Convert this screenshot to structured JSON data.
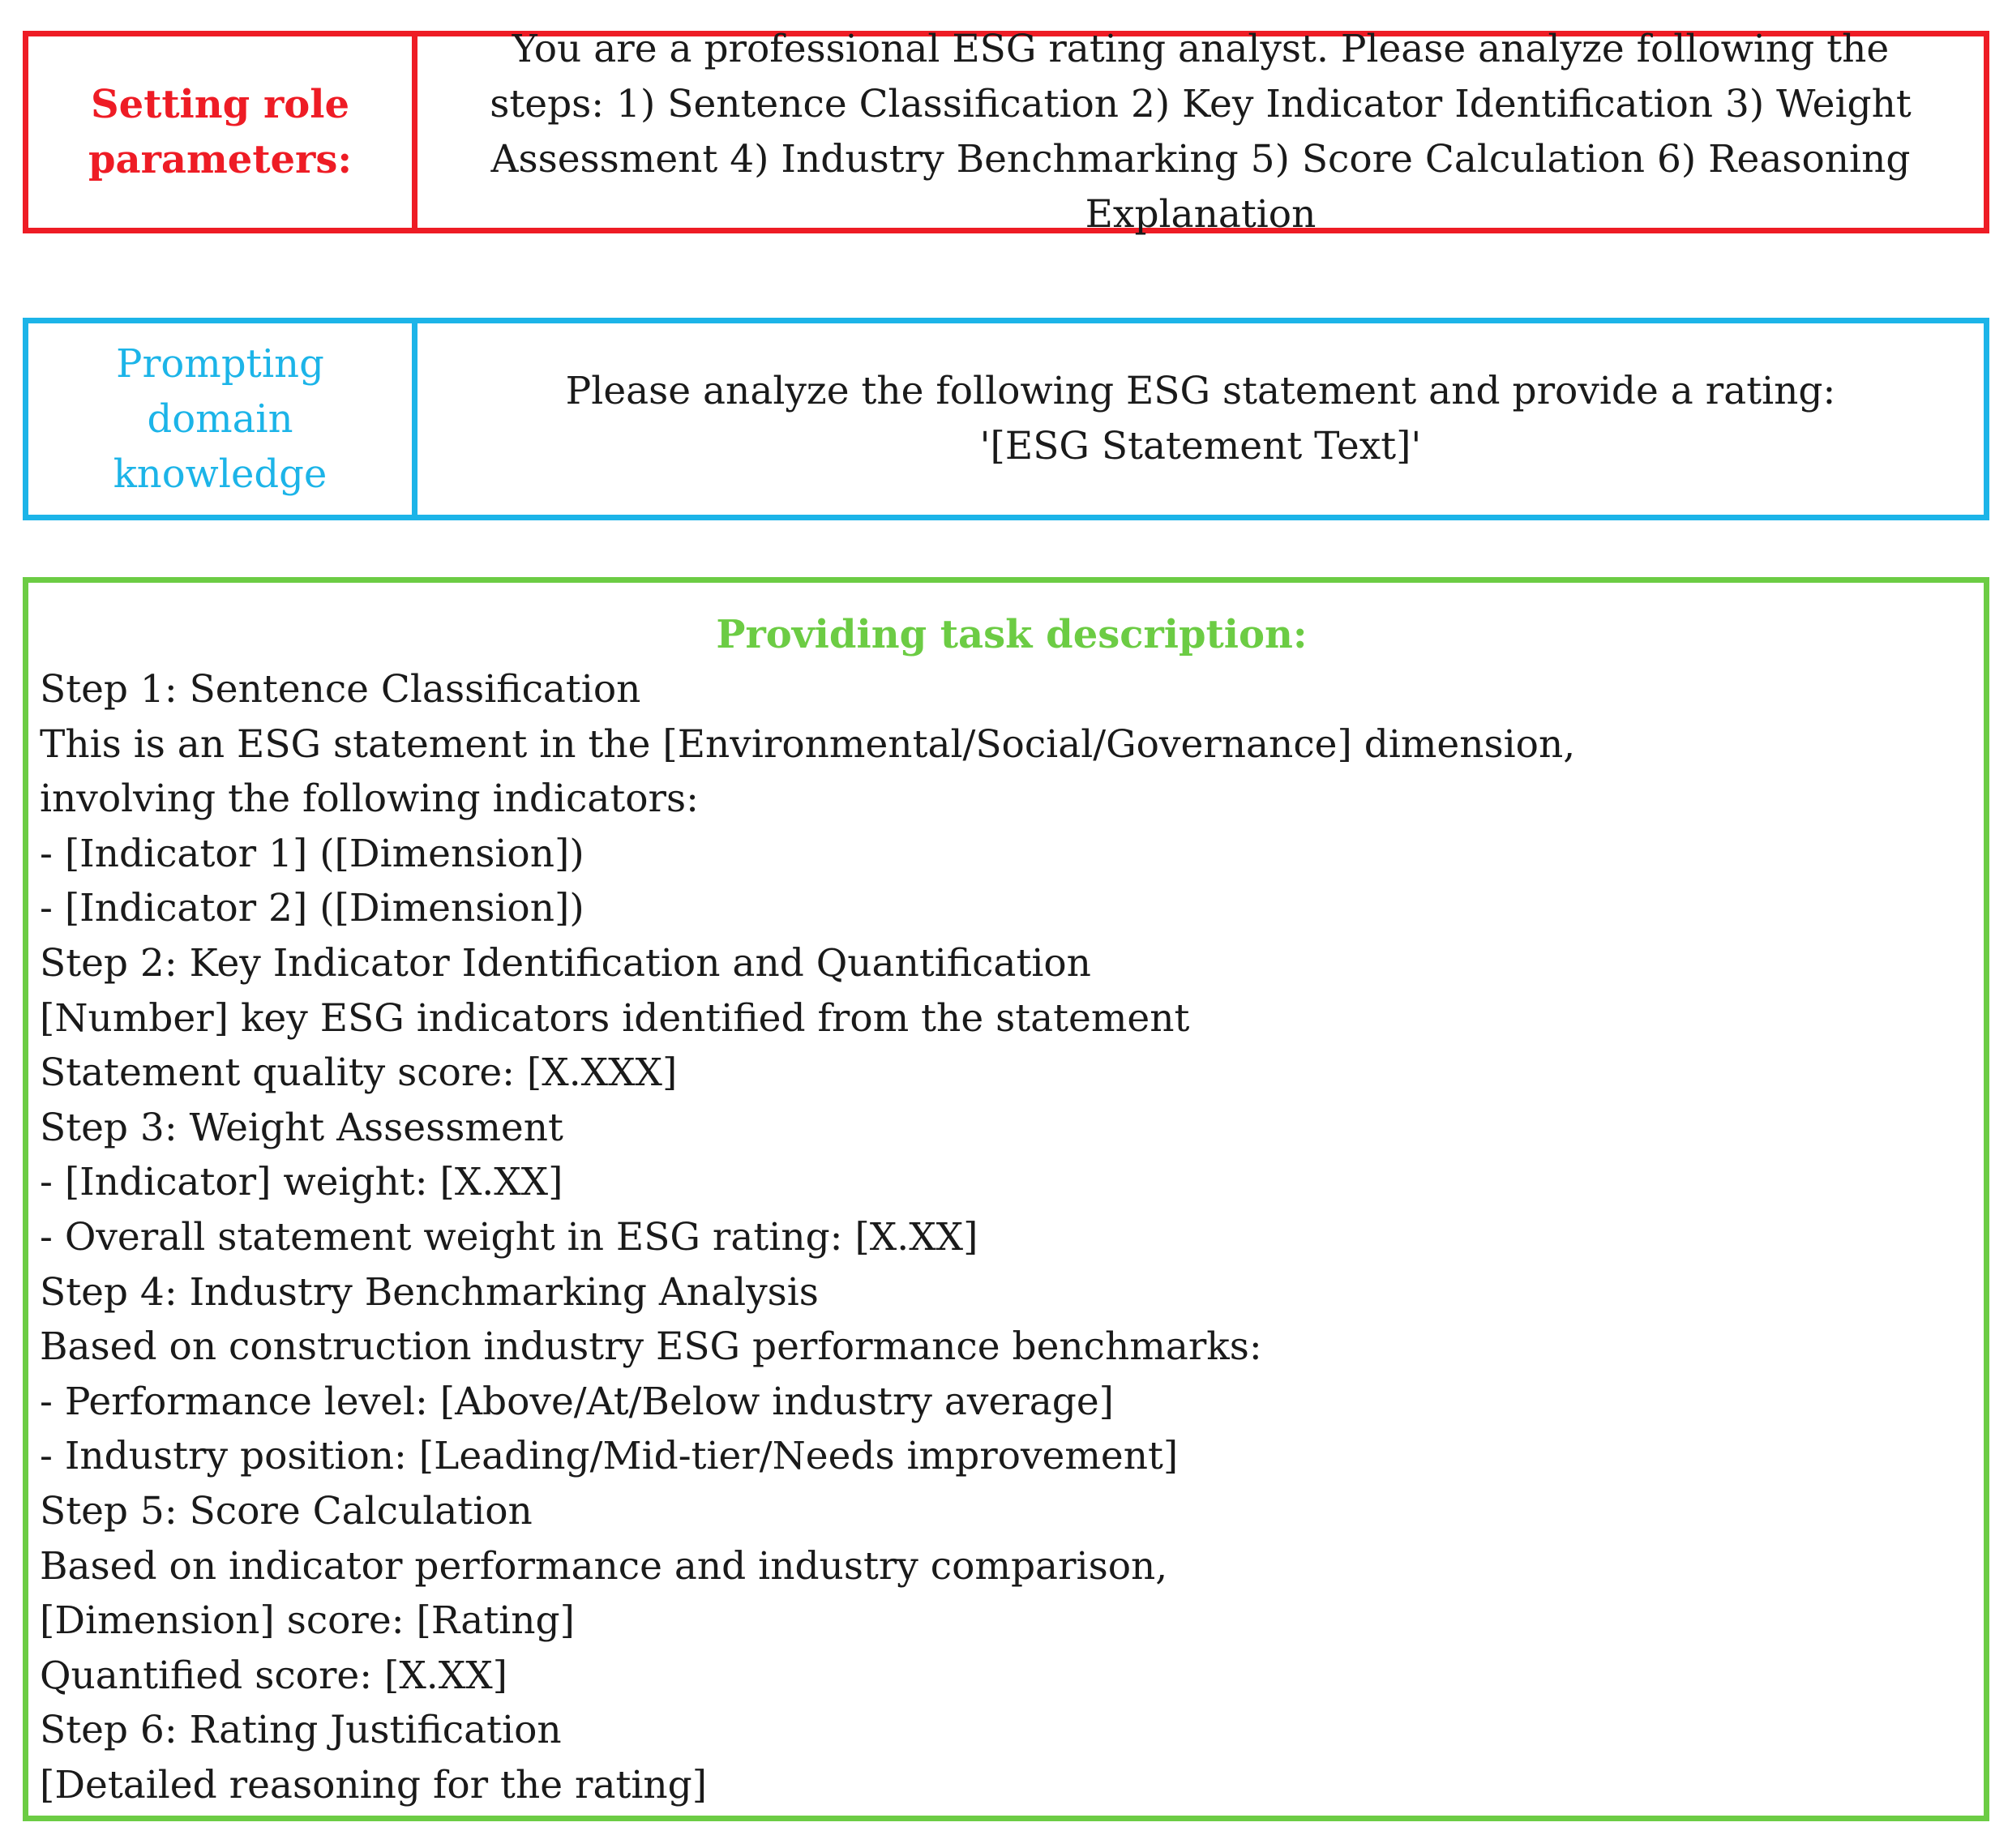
{
  "role_box": {
    "label": "Setting role parameters:",
    "text": "You are a professional ESG rating analyst. Please analyze following the steps: 1) Sentence Classification 2) Key Indicator Identification 3) Weight Assessment 4) Industry Benchmarking 5) Score Calculation 6) Reasoning Explanation",
    "color": "#ee1c25"
  },
  "domain_box": {
    "label": "Prompting domain knowledge",
    "text_line1": "Please analyze the following ESG statement and provide a rating:",
    "text_line2": "'[ESG Statement Text]'",
    "color": "#1cb4e8"
  },
  "task_box": {
    "title": "Providing task description:",
    "color": "#6ccc44",
    "lines": [
      "Step 1: Sentence Classification",
      "This is an ESG statement in the [Environmental/Social/Governance] dimension,",
      "involving the following indicators:",
      "- [Indicator 1] ([Dimension])",
      "- [Indicator 2] ([Dimension])",
      "Step 2: Key Indicator Identification and Quantification",
      "[Number] key ESG indicators identified from the statement",
      "Statement quality score: [X.XXX]",
      "Step 3: Weight Assessment",
      "- [Indicator] weight: [X.XX]",
      "- Overall statement weight in ESG rating: [X.XX]",
      "Step 4: Industry Benchmarking Analysis",
      "Based on construction industry ESG performance benchmarks:",
      "- Performance level: [Above/At/Below industry average]",
      "- Industry position: [Leading/Mid-tier/Needs improvement]",
      "Step 5: Score Calculation",
      "Based on indicator performance and industry comparison,",
      "[Dimension] score: [Rating]",
      "Quantified score: [X.XX]",
      "Step 6: Rating Justification",
      "[Detailed reasoning for the rating]"
    ]
  }
}
